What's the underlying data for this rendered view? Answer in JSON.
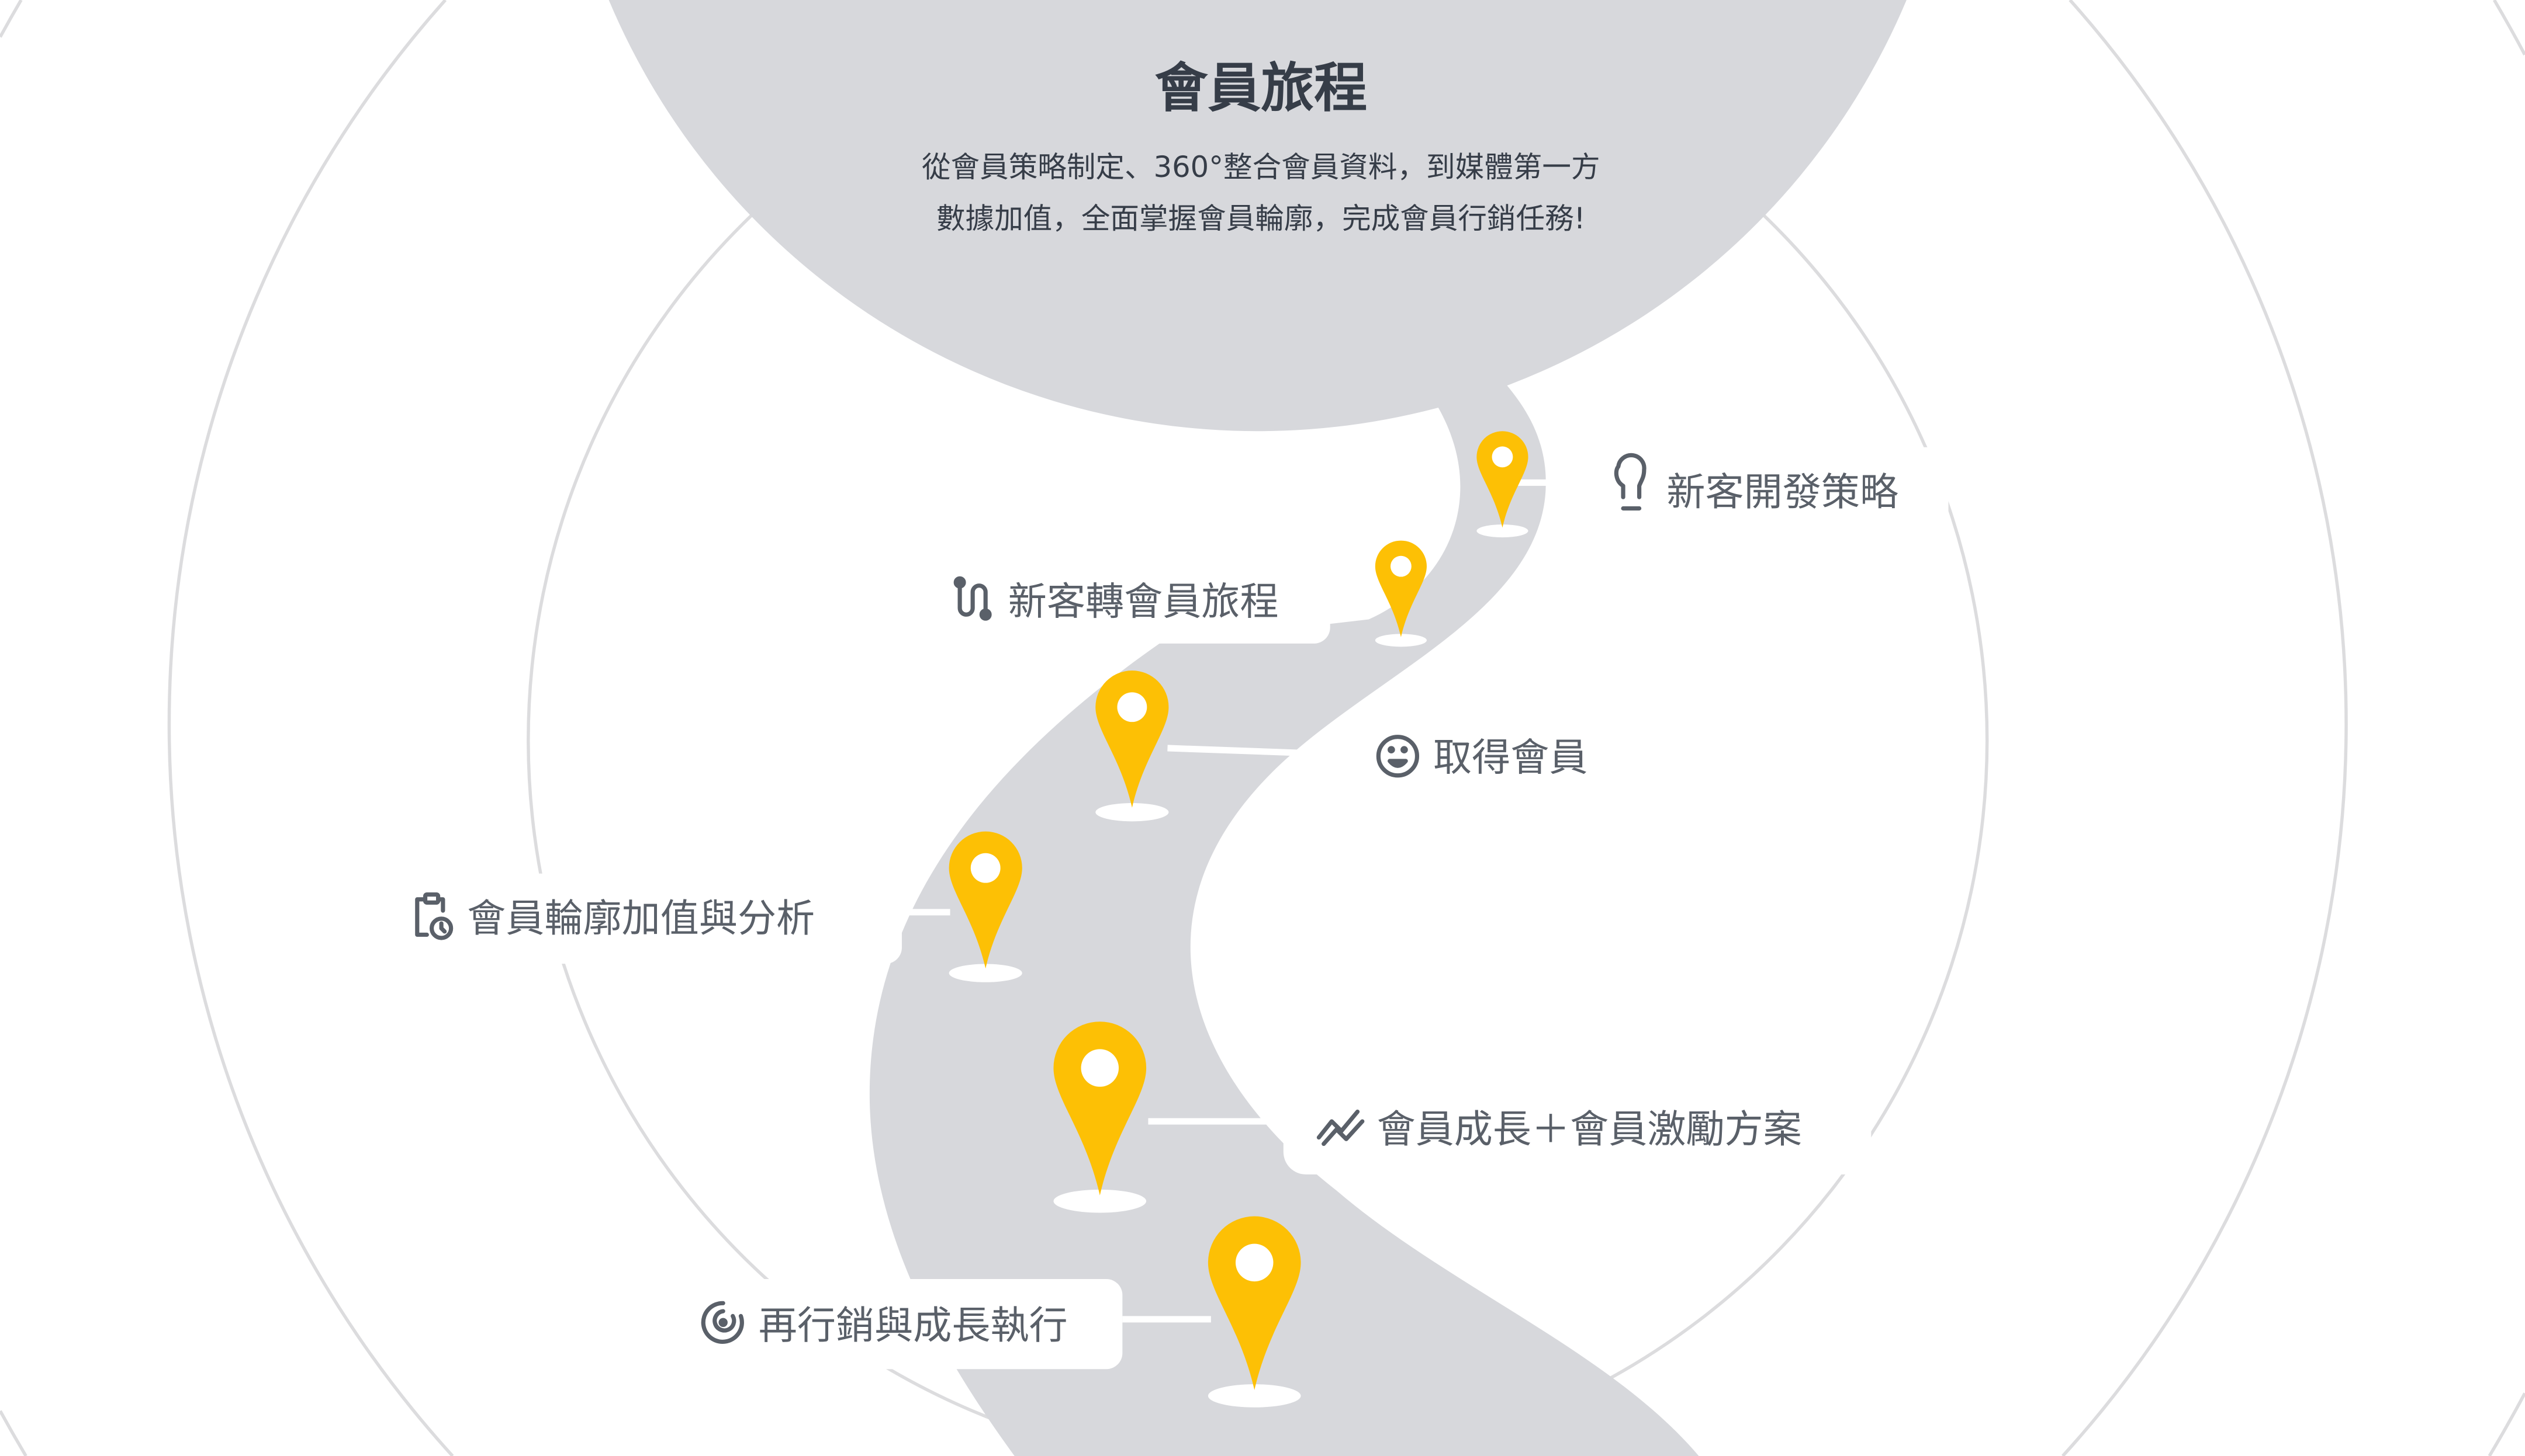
{
  "header": {
    "title": "會員旅程",
    "subtitle_line1": "從會員策略制定、360°整合會員資料，到媒體第一方",
    "subtitle_line2": "數據加值，全面掌握會員輪廓，完成會員行銷任務!"
  },
  "steps": [
    {
      "label": "新客開發策略",
      "icon": "lightbulb-icon"
    },
    {
      "label": "新客轉會員旅程",
      "icon": "route-icon"
    },
    {
      "label": "取得會員",
      "icon": "smile-icon"
    },
    {
      "label": "會員輪廓加值與分析",
      "icon": "clipboard-clock-icon"
    },
    {
      "label": "會員成長＋會員激勵方案",
      "icon": "trend-chart-icon"
    },
    {
      "label": "再行銷與成長執行",
      "icon": "target-icon"
    }
  ],
  "colors": {
    "road": "#d7d8dc",
    "pin": "#fdc005",
    "title": "#363d48",
    "label": "#5a6069",
    "ring": "#dcdcde"
  }
}
